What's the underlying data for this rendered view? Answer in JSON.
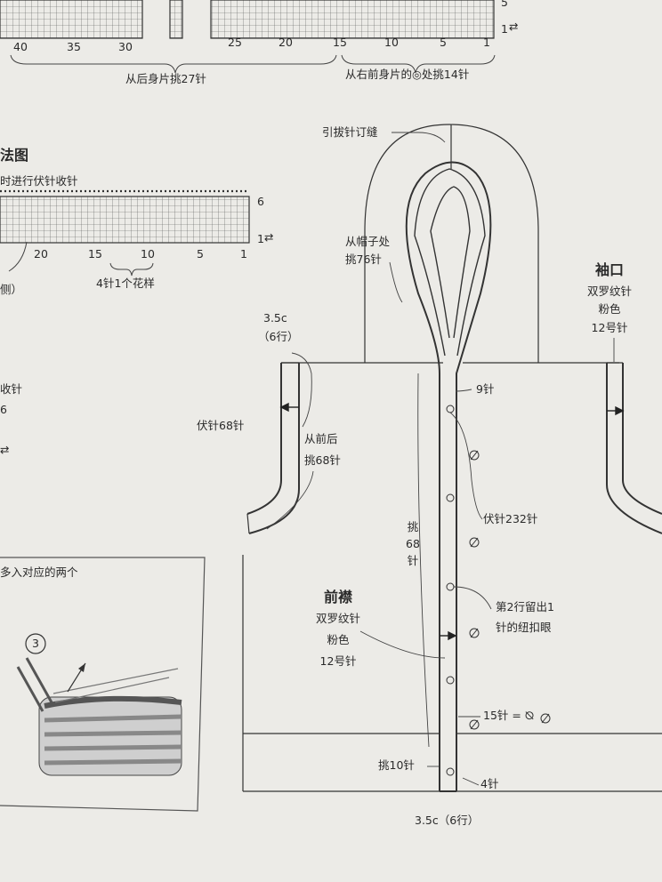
{
  "top_chart": {
    "left_numbers": [
      "40",
      "35",
      "30"
    ],
    "right_numbers": [
      "25",
      "20",
      "15",
      "10",
      "5",
      "1"
    ],
    "row_label_5": "5",
    "row_label_1": "1",
    "row_arrow": "⇄",
    "pickup_back": "从后身片挑27针",
    "pickup_front": "从右前身片的◎处挑14针"
  },
  "method": {
    "title": "法图",
    "subtitle": "时进行伏针收针",
    "row_top": "6",
    "row_bottom": "1",
    "row_arrow": "⇄",
    "numbers": [
      "20",
      "15",
      "10",
      "5",
      "1"
    ],
    "pattern_note": "4针1个花样",
    "side_note": "侧）"
  },
  "left_fragments": {
    "bind_off": "收针",
    "six": "6",
    "arrow": "⇄",
    "insert_note": "多入对应的两个",
    "step": "3"
  },
  "diagram": {
    "seam_label": "引拔针订缝",
    "hood_pickup_1": "从帽子处",
    "hood_pickup_2": "挑76针",
    "sleeve_title": "袖口",
    "sleeve_line1": "双罗纹针",
    "sleeve_line2": "粉色",
    "sleeve_line3": "12号针",
    "armhole_height_1": "3.5c",
    "armhole_height_2": "（6行）",
    "bind_off_68": "伏针68针",
    "from_front_back_1": "从前后",
    "from_front_back_2": "挑68针",
    "nine_stitches": "9针",
    "bind_off_232": "伏针232针",
    "pick_68_1": "挑",
    "pick_68_2": "68",
    "pick_68_3": "针",
    "placket_title": "前襟",
    "placket_line1": "双罗纹针",
    "placket_line2": "粉色",
    "placket_line3": "12号针",
    "buttonhole_1": "第2行留出1",
    "buttonhole_2": "针的纽扣眼",
    "fifteen_stitches": "15针 = ⦰",
    "pick_10": "挑10针",
    "four_stitches": "4针",
    "bottom_height": "3.5c（6行）"
  }
}
